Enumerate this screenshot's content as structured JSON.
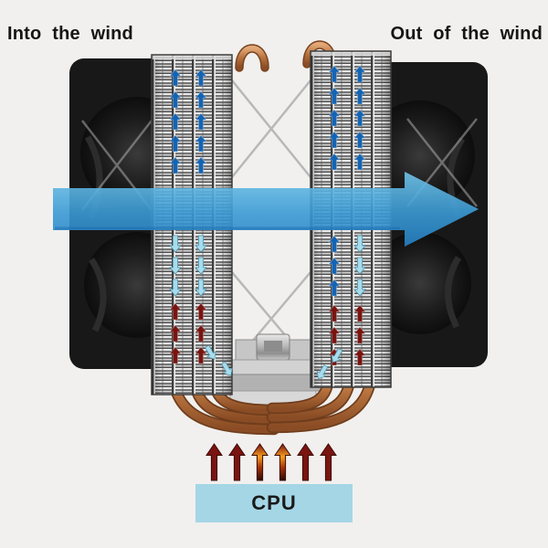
{
  "page": {
    "background": "#f1f0ee"
  },
  "labels": {
    "into_wind": "Into the wind",
    "out_wind": "Out of the wind",
    "cpu": "CPU"
  },
  "colors": {
    "text": "#151515",
    "airflow_arrow": "#3b9ad4",
    "cold_air_arrow": "#1464b4",
    "warm_return_arrow": "#a8dcec",
    "hot_air_arrow": "#7a1410",
    "heatpipe_copper": "#b5713d",
    "cpu_box_fill": "#a5d6e6",
    "fan_body": "#181818"
  }
}
